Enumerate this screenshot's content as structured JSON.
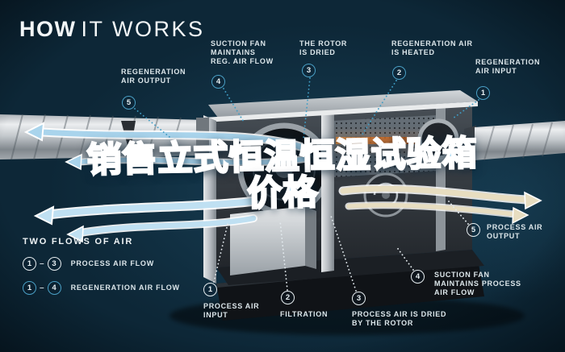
{
  "title": {
    "bold": "HOW",
    "light": "IT WORKS"
  },
  "overlay": {
    "line1": "销售立式恒温恒湿试验箱",
    "line2": "价格"
  },
  "legend": {
    "heading": "TWO FLOWS OF AIR",
    "dash": "–",
    "rows": [
      {
        "from": "1",
        "to": "3",
        "label": "PROCESS AIR FLOW",
        "style": "process"
      },
      {
        "from": "1",
        "to": "4",
        "label": "REGENERATION AIR FLOW",
        "style": "regeneration"
      }
    ]
  },
  "callouts": {
    "regen_output": {
      "num": "5",
      "lines": [
        "REGENERATION",
        "AIR OUTPUT"
      ]
    },
    "regen_fan": {
      "num": "4",
      "lines": [
        "SUCTION FAN",
        "MAINTAINS",
        "REG. AIR FLOW"
      ]
    },
    "rotor_dried": {
      "num": "3",
      "lines": [
        "THE ROTOR",
        "IS DRIED"
      ]
    },
    "regen_heated": {
      "num": "2",
      "lines": [
        "REGENERATION AIR",
        "IS HEATED"
      ]
    },
    "regen_input": {
      "num": "1",
      "lines": [
        "REGENERATION",
        "AIR INPUT"
      ]
    },
    "process_output": {
      "num": "5",
      "lines": [
        "PROCESS AIR",
        "OUTPUT"
      ]
    },
    "process_fan": {
      "num": "4",
      "lines": [
        "SUCTION FAN",
        "MAINTAINS PROCESS",
        "AIR FLOW"
      ]
    },
    "process_dried": {
      "num": "3",
      "lines": [
        "PROCESS AIR IS DRIED",
        "BY THE ROTOR"
      ]
    },
    "filtration": {
      "num": "2",
      "lines": [
        "FILTRATION"
      ]
    },
    "process_input": {
      "num": "1",
      "lines": [
        "PROCESS AIR",
        "INPUT"
      ]
    }
  },
  "colors": {
    "background": "#0d2737",
    "regen_accent": "#4aa0c6",
    "process_accent": "#e6edf0",
    "overlay_fill": "#a8d8f2",
    "arrow_blue": "#aed9f0",
    "arrow_cream": "#e7ddc0",
    "heater_orange": "#f07820"
  }
}
